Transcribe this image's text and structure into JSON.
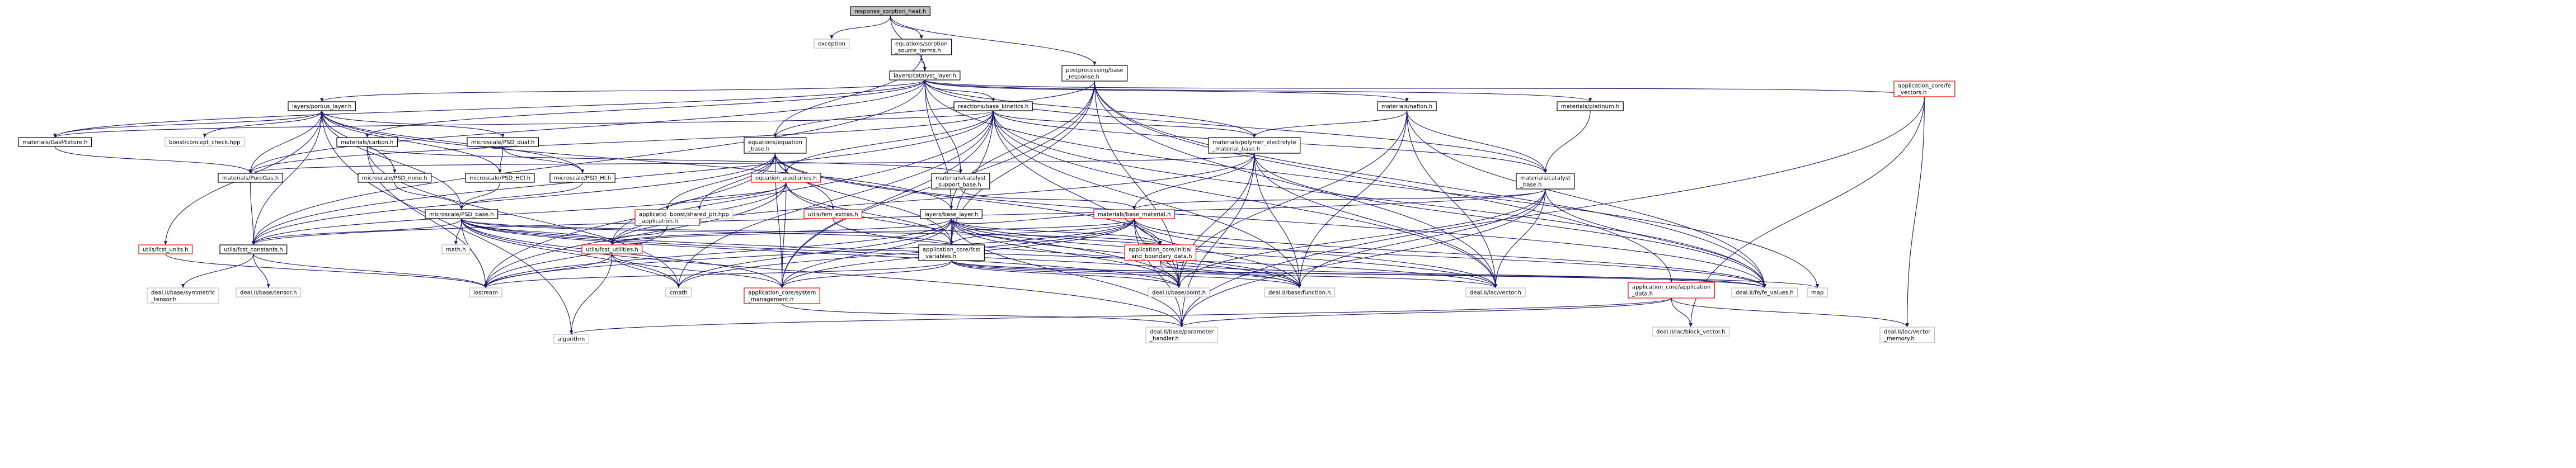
{
  "graph": {
    "colors": {
      "edge": "#191970",
      "node_border_normal": "#000000",
      "node_border_external": "#bfbfbf",
      "node_border_incomplete": "#ff0000",
      "node_fill_root": "#bfbfbf",
      "node_fill": "#ffffff"
    },
    "nodes": [
      {
        "id": "root",
        "label": [
          "response_sorption_heat.h"
        ],
        "kind": "root"
      },
      {
        "id": "exception",
        "label": [
          "exception"
        ],
        "kind": "external"
      },
      {
        "id": "eq_sorp",
        "label": [
          "equations/sorption",
          "_source_terms.h"
        ],
        "kind": "normal"
      },
      {
        "id": "cat_layer",
        "label": [
          "layers/catalyst_layer.h"
        ],
        "kind": "normal"
      },
      {
        "id": "porous",
        "label": [
          "layers/porous_layer.h"
        ],
        "kind": "normal"
      },
      {
        "id": "reactions",
        "label": [
          "reactions/base_kinetics.h"
        ],
        "kind": "normal"
      },
      {
        "id": "postproc",
        "label": [
          "postprocessing/base",
          "_response.h"
        ],
        "kind": "normal"
      },
      {
        "id": "nafion",
        "label": [
          "materials/nafion.h"
        ],
        "kind": "normal"
      },
      {
        "id": "platinum",
        "label": [
          "materials/platinum.h"
        ],
        "kind": "normal"
      },
      {
        "id": "fe_vectors",
        "label": [
          "application_core/fe",
          "_vectors.h"
        ],
        "kind": "incomplete"
      },
      {
        "id": "gasmix",
        "label": [
          "materials/GasMixture.h"
        ],
        "kind": "normal"
      },
      {
        "id": "concept",
        "label": [
          "boost/concept_check.hpp"
        ],
        "kind": "external"
      },
      {
        "id": "carbon",
        "label": [
          "materials/carbon.h"
        ],
        "kind": "normal"
      },
      {
        "id": "psd_dual",
        "label": [
          "microscale/PSD_dual.h"
        ],
        "kind": "normal"
      },
      {
        "id": "eq_base",
        "label": [
          "equations/equation",
          "_base.h"
        ],
        "kind": "normal"
      },
      {
        "id": "pem",
        "label": [
          "materials/polymer_electrolyte",
          "_material_base.h"
        ],
        "kind": "normal"
      },
      {
        "id": "puregas",
        "label": [
          "materials/PureGas.h"
        ],
        "kind": "normal"
      },
      {
        "id": "cat_support",
        "label": [
          "materials/catalyst",
          "_support_base.h"
        ],
        "kind": "normal"
      },
      {
        "id": "cat_base",
        "label": [
          "materials/catalyst",
          "_base.h"
        ],
        "kind": "normal"
      },
      {
        "id": "psd_none",
        "label": [
          "microscale/PSD_none.h"
        ],
        "kind": "normal"
      },
      {
        "id": "psd_hcl",
        "label": [
          "microscale/PSD_HCl.h"
        ],
        "kind": "normal"
      },
      {
        "id": "psd_hi",
        "label": [
          "microscale/PSD_HI.h"
        ],
        "kind": "normal"
      },
      {
        "id": "eq_aux",
        "label": [
          "equation_auxiliaries.h"
        ],
        "kind": "incomplete"
      },
      {
        "id": "dof_app",
        "label": [
          "application_core/dof",
          "_application.h"
        ],
        "kind": "incomplete"
      },
      {
        "id": "shared_ptr",
        "label": [
          "boost/shared_ptr.hpp"
        ],
        "kind": "external"
      },
      {
        "id": "fem_extras",
        "label": [
          "utils/fem_extras.h"
        ],
        "kind": "incomplete"
      },
      {
        "id": "base_layer",
        "label": [
          "layers/base_layer.h"
        ],
        "kind": "normal"
      },
      {
        "id": "base_material",
        "label": [
          "materials/base_material.h"
        ],
        "kind": "incomplete"
      },
      {
        "id": "fcst_units",
        "label": [
          "utils/fcst_units.h"
        ],
        "kind": "incomplete"
      },
      {
        "id": "psd_base",
        "label": [
          "microscale/PSD_base.h"
        ],
        "kind": "normal"
      },
      {
        "id": "mathh",
        "label": [
          "math.h"
        ],
        "kind": "external"
      },
      {
        "id": "fcst_const",
        "label": [
          "utils/fcst_constants.h"
        ],
        "kind": "normal"
      },
      {
        "id": "fcst_util",
        "label": [
          "utils/fcst_utilities.h"
        ],
        "kind": "incomplete"
      },
      {
        "id": "fcst_var",
        "label": [
          "application_core/fcst",
          "_variables.h"
        ],
        "kind": "normal"
      },
      {
        "id": "initial_bd",
        "label": [
          "application_core/initial",
          "_and_boundary_data.h"
        ],
        "kind": "incomplete"
      },
      {
        "id": "app_data",
        "label": [
          "application_core/application",
          "_data.h"
        ],
        "kind": "incomplete"
      },
      {
        "id": "sym_tensor",
        "label": [
          "deal.II/base/symmetric",
          "_tensor.h"
        ],
        "kind": "external"
      },
      {
        "id": "tensor",
        "label": [
          "deal.II/base/tensor.h"
        ],
        "kind": "external"
      },
      {
        "id": "iostream",
        "label": [
          "iostream"
        ],
        "kind": "external"
      },
      {
        "id": "cmath",
        "label": [
          "cmath"
        ],
        "kind": "external"
      },
      {
        "id": "sys_mgmt",
        "label": [
          "application_core/system",
          "_management.h"
        ],
        "kind": "incomplete"
      },
      {
        "id": "point",
        "label": [
          "deal.II/base/point.h"
        ],
        "kind": "external"
      },
      {
        "id": "function",
        "label": [
          "deal.II/base/function.h"
        ],
        "kind": "external"
      },
      {
        "id": "lac_vector",
        "label": [
          "deal.II/lac/vector.h"
        ],
        "kind": "external"
      },
      {
        "id": "fe_values",
        "label": [
          "deal.II/fe/fe_values.h"
        ],
        "kind": "external"
      },
      {
        "id": "map",
        "label": [
          "map"
        ],
        "kind": "external"
      },
      {
        "id": "algorithm",
        "label": [
          "algorithm"
        ],
        "kind": "external"
      },
      {
        "id": "param_handler",
        "label": [
          "deal.II/base/parameter",
          "_handler.h"
        ],
        "kind": "external"
      },
      {
        "id": "block_vector",
        "label": [
          "deal.II/lac/block_vector.h"
        ],
        "kind": "external"
      },
      {
        "id": "vector_memory",
        "label": [
          "deal.II/lac/vector",
          "_memory.h"
        ],
        "kind": "external"
      }
    ],
    "edges": [
      [
        "root",
        "exception"
      ],
      [
        "root",
        "eq_sorp"
      ],
      [
        "root",
        "cat_layer"
      ],
      [
        "root",
        "postproc"
      ],
      [
        "eq_sorp",
        "cat_layer"
      ],
      [
        "eq_sorp",
        "eq_base"
      ],
      [
        "cat_layer",
        "porous"
      ],
      [
        "cat_layer",
        "reactions"
      ],
      [
        "cat_layer",
        "nafion"
      ],
      [
        "cat_layer",
        "platinum"
      ],
      [
        "cat_layer",
        "fe_vectors"
      ],
      [
        "cat_layer",
        "gasmix"
      ],
      [
        "cat_layer",
        "carbon"
      ],
      [
        "cat_layer",
        "pem"
      ],
      [
        "cat_layer",
        "puregas"
      ],
      [
        "cat_layer",
        "cat_support"
      ],
      [
        "cat_layer",
        "cat_base"
      ],
      [
        "cat_layer",
        "base_layer"
      ],
      [
        "cat_layer",
        "fcst_const"
      ],
      [
        "cat_layer",
        "map"
      ],
      [
        "porous",
        "gasmix"
      ],
      [
        "porous",
        "concept"
      ],
      [
        "porous",
        "puregas"
      ],
      [
        "porous",
        "psd_dual"
      ],
      [
        "porous",
        "psd_none"
      ],
      [
        "porous",
        "psd_hcl"
      ],
      [
        "porous",
        "psd_hi"
      ],
      [
        "porous",
        "psd_base"
      ],
      [
        "porous",
        "base_layer"
      ],
      [
        "porous",
        "fcst_units"
      ],
      [
        "porous",
        "fcst_const"
      ],
      [
        "porous",
        "algorithm"
      ],
      [
        "reactions",
        "gasmix"
      ],
      [
        "reactions",
        "puregas"
      ],
      [
        "reactions",
        "pem"
      ],
      [
        "reactions",
        "cat_base"
      ],
      [
        "reactions",
        "eq_aux"
      ],
      [
        "reactions",
        "fcst_var"
      ],
      [
        "reactions",
        "sys_mgmt"
      ],
      [
        "reactions",
        "point"
      ],
      [
        "reactions",
        "function"
      ],
      [
        "reactions",
        "lac_vector"
      ],
      [
        "reactions",
        "fe_values"
      ],
      [
        "reactions",
        "fcst_const"
      ],
      [
        "reactions",
        "iostream"
      ],
      [
        "reactions",
        "cmath"
      ],
      [
        "postproc",
        "eq_base"
      ],
      [
        "postproc",
        "base_layer"
      ],
      [
        "postproc",
        "fcst_var"
      ],
      [
        "postproc",
        "sys_mgmt"
      ],
      [
        "postproc",
        "point"
      ],
      [
        "postproc",
        "lac_vector"
      ],
      [
        "postproc",
        "fe_values"
      ],
      [
        "postproc",
        "app_data"
      ],
      [
        "nafion",
        "pem"
      ],
      [
        "nafion",
        "cat_base"
      ],
      [
        "nafion",
        "fe_values"
      ],
      [
        "nafion",
        "lac_vector"
      ],
      [
        "nafion",
        "point"
      ],
      [
        "nafion",
        "function"
      ],
      [
        "platinum",
        "cat_base"
      ],
      [
        "fe_vectors",
        "block_vector"
      ],
      [
        "fe_vectors",
        "vector_memory"
      ],
      [
        "fe_vectors",
        "param_handler"
      ],
      [
        "gasmix",
        "puregas"
      ],
      [
        "carbon",
        "cat_support"
      ],
      [
        "carbon",
        "iostream"
      ],
      [
        "carbon",
        "cmath"
      ],
      [
        "psd_dual",
        "psd_hcl"
      ],
      [
        "psd_dual",
        "psd_hi"
      ],
      [
        "eq_base",
        "eq_aux"
      ],
      [
        "eq_base",
        "dof_app"
      ],
      [
        "eq_base",
        "shared_ptr"
      ],
      [
        "eq_base",
        "fem_extras"
      ],
      [
        "eq_base",
        "fcst_util"
      ],
      [
        "eq_base",
        "fcst_var"
      ],
      [
        "eq_base",
        "initial_bd"
      ],
      [
        "eq_base",
        "sys_mgmt"
      ],
      [
        "eq_base",
        "fcst_const"
      ],
      [
        "eq_base",
        "fe_values"
      ],
      [
        "pem",
        "base_material"
      ],
      [
        "pem",
        "fcst_util"
      ],
      [
        "pem",
        "point"
      ],
      [
        "pem",
        "function"
      ],
      [
        "pem",
        "lac_vector"
      ],
      [
        "pem",
        "fe_values"
      ],
      [
        "pem",
        "param_handler"
      ],
      [
        "pem",
        "puregas"
      ],
      [
        "puregas",
        "fcst_const"
      ],
      [
        "cat_support",
        "base_material"
      ],
      [
        "cat_base",
        "base_material"
      ],
      [
        "cat_base",
        "point"
      ],
      [
        "cat_base",
        "function"
      ],
      [
        "cat_base",
        "lac_vector"
      ],
      [
        "cat_base",
        "fe_values"
      ],
      [
        "cat_base",
        "fcst_const"
      ],
      [
        "cat_base",
        "param_handler"
      ],
      [
        "psd_none",
        "psd_base"
      ],
      [
        "psd_hcl",
        "psd_base"
      ],
      [
        "psd_hi",
        "psd_base"
      ],
      [
        "eq_aux",
        "dof_app"
      ],
      [
        "eq_aux",
        "fcst_util"
      ],
      [
        "eq_aux",
        "fcst_var"
      ],
      [
        "eq_aux",
        "sys_mgmt"
      ],
      [
        "eq_aux",
        "fcst_const"
      ],
      [
        "eq_aux",
        "iostream"
      ],
      [
        "eq_aux",
        "point"
      ],
      [
        "dof_app",
        "fcst_util"
      ],
      [
        "dof_app",
        "iostream"
      ],
      [
        "fem_extras",
        "function"
      ],
      [
        "base_layer",
        "base_material"
      ],
      [
        "base_layer",
        "fcst_util"
      ],
      [
        "base_layer",
        "fcst_var"
      ],
      [
        "base_layer",
        "initial_bd"
      ],
      [
        "base_layer",
        "sys_mgmt"
      ],
      [
        "base_layer",
        "point"
      ],
      [
        "base_layer",
        "function"
      ],
      [
        "base_layer",
        "lac_vector"
      ],
      [
        "base_layer",
        "fe_values"
      ],
      [
        "base_layer",
        "param_handler"
      ],
      [
        "base_layer",
        "iostream"
      ],
      [
        "base_layer",
        "cmath"
      ],
      [
        "base_material",
        "fcst_util"
      ],
      [
        "base_material",
        "fcst_var"
      ],
      [
        "base_material",
        "sys_mgmt"
      ],
      [
        "base_material",
        "point"
      ],
      [
        "base_material",
        "function"
      ],
      [
        "base_material",
        "lac_vector"
      ],
      [
        "base_material",
        "fe_values"
      ],
      [
        "base_material",
        "param_handler"
      ],
      [
        "base_material",
        "iostream"
      ],
      [
        "base_material",
        "cmath"
      ],
      [
        "fcst_units",
        "iostream"
      ],
      [
        "psd_base",
        "mathh"
      ],
      [
        "psd_base",
        "fcst_const"
      ],
      [
        "psd_base",
        "fcst_util"
      ],
      [
        "psd_base",
        "fcst_var"
      ],
      [
        "psd_base",
        "sys_mgmt"
      ],
      [
        "psd_base",
        "point"
      ],
      [
        "psd_base",
        "function"
      ],
      [
        "psd_base",
        "lac_vector"
      ],
      [
        "psd_base",
        "iostream"
      ],
      [
        "psd_base",
        "cmath"
      ],
      [
        "psd_base",
        "param_handler"
      ],
      [
        "psd_base",
        "initial_bd"
      ],
      [
        "fcst_const",
        "sym_tensor"
      ],
      [
        "fcst_const",
        "tensor"
      ],
      [
        "fcst_const",
        "iostream"
      ],
      [
        "fcst_util",
        "iostream"
      ],
      [
        "fcst_util",
        "cmath"
      ],
      [
        "fcst_util",
        "algorithm"
      ],
      [
        "fcst_util",
        "sys_mgmt"
      ],
      [
        "fcst_var",
        "sys_mgmt"
      ],
      [
        "fcst_var",
        "point"
      ],
      [
        "fcst_var",
        "function"
      ],
      [
        "fcst_var",
        "lac_vector"
      ],
      [
        "fcst_var",
        "fe_values"
      ],
      [
        "fcst_var",
        "iostream"
      ],
      [
        "fcst_var",
        "map"
      ],
      [
        "initial_bd",
        "point"
      ],
      [
        "initial_bd",
        "function"
      ],
      [
        "initial_bd",
        "fe_values"
      ],
      [
        "app_data",
        "algorithm"
      ],
      [
        "app_data",
        "param_handler"
      ],
      [
        "app_data",
        "block_vector"
      ],
      [
        "app_data",
        "vector_memory"
      ],
      [
        "sys_mgmt",
        "param_handler"
      ]
    ]
  }
}
